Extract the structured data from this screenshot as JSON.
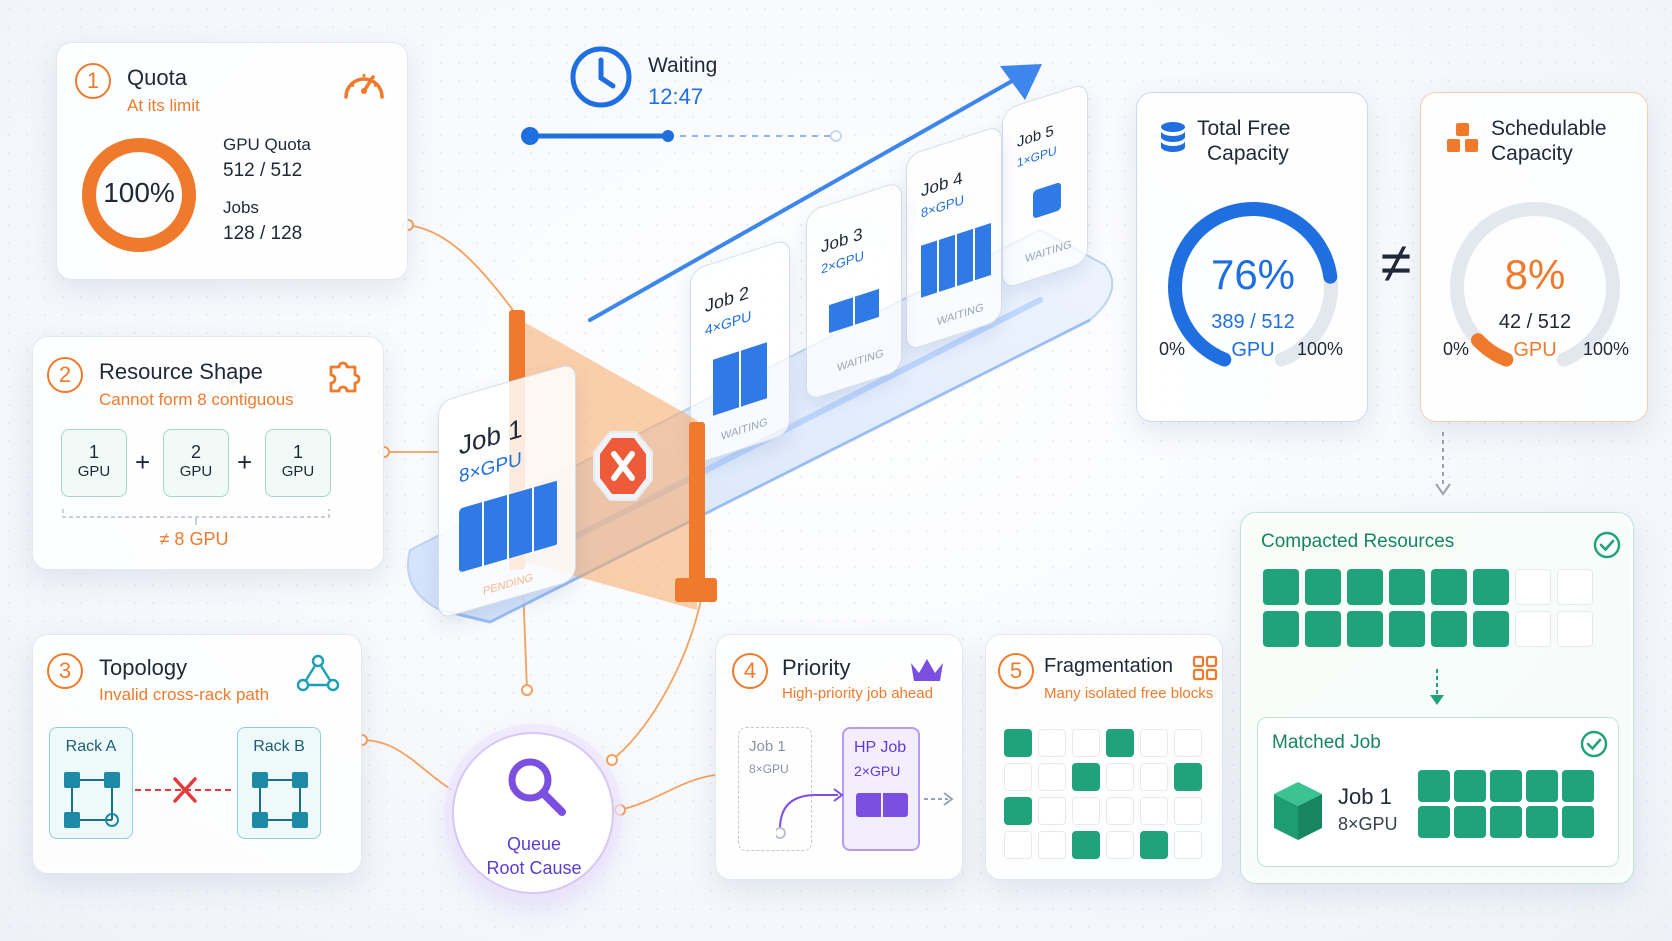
{
  "colors": {
    "orange": "#f07a2b",
    "blue": "#1f6fe0",
    "green": "#20a27a",
    "purple": "#7b4fe0"
  },
  "waiting": {
    "label": "Waiting",
    "time": "12:47"
  },
  "quota": {
    "num": "1",
    "title": "Quota",
    "subtitle": "At its limit",
    "percent": "100%",
    "percent_value": 1.0,
    "gpu_label": "GPU Quota",
    "gpu_value": "512 / 512",
    "jobs_label": "Jobs",
    "jobs_value": "128 / 128",
    "icon": "speedometer-icon"
  },
  "resource_shape": {
    "num": "2",
    "title": "Resource Shape",
    "subtitle": "Cannot form 8 contiguous",
    "blocks": [
      {
        "n": "1",
        "unit": "GPU"
      },
      {
        "n": "2",
        "unit": "GPU"
      },
      {
        "n": "1",
        "unit": "GPU"
      }
    ],
    "plus": "+",
    "result": "≠ 8 GPU",
    "icon": "puzzle-icon"
  },
  "topology": {
    "num": "3",
    "title": "Topology",
    "subtitle": "Invalid cross-rack path",
    "rack_a": "Rack A",
    "rack_b": "Rack B",
    "icon": "network-icon"
  },
  "priority": {
    "num": "4",
    "title": "Priority",
    "subtitle": "High-priority job ahead",
    "job": "Job 1",
    "job_gpu": "8×GPU",
    "hp_job": "HP Job",
    "hp_gpu": "2×GPU",
    "icon": "crown-icon"
  },
  "fragmentation": {
    "num": "5",
    "title": "Fragmentation",
    "subtitle": "Many isolated free blocks",
    "icon": "grid-icon"
  },
  "queue": {
    "line1": "Queue",
    "line2": "Root Cause"
  },
  "jobs": [
    {
      "name": "Job 1",
      "gpu": "8×GPU",
      "status": "PENDING"
    },
    {
      "name": "Job 2",
      "gpu": "4×GPU",
      "status": "WAITING"
    },
    {
      "name": "Job 3",
      "gpu": "2×GPU",
      "status": "WAITING"
    },
    {
      "name": "Job 4",
      "gpu": "8×GPU",
      "status": "WAITING"
    },
    {
      "name": "Job 5",
      "gpu": "1×GPU",
      "status": "WAITING"
    }
  ],
  "total_free": {
    "title1": "Total Free",
    "title2": "Capacity",
    "percent": "76%",
    "percent_value": 0.76,
    "value": "389 / 512",
    "unit": "GPU",
    "min": "0%",
    "max": "100%"
  },
  "neq": "≠",
  "schedulable": {
    "title1": "Schedulable",
    "title2": "Capacity",
    "percent": "8%",
    "percent_value": 0.08,
    "value": "42 / 512",
    "unit": "GPU",
    "min": "0%",
    "max": "100%"
  },
  "compacted": {
    "title": "Compacted Resources"
  },
  "matched": {
    "title": "Matched Job",
    "job": "Job 1",
    "gpu": "8×GPU"
  }
}
